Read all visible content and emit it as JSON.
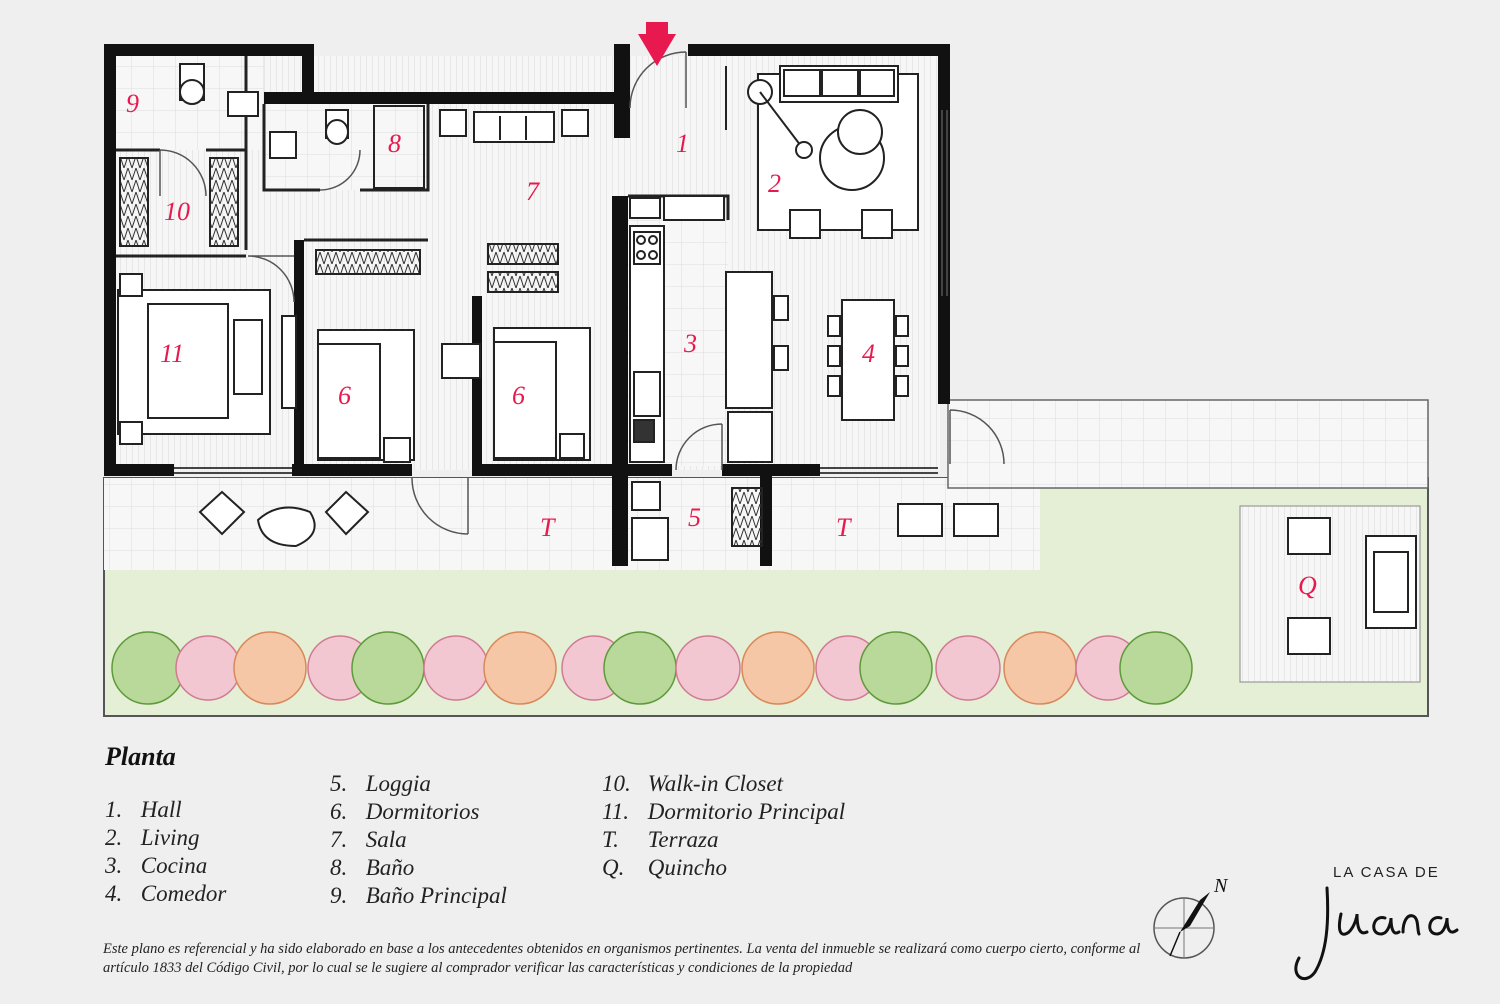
{
  "rooms": [
    {
      "id": "r1",
      "label": "1"
    },
    {
      "id": "r2",
      "label": "2"
    },
    {
      "id": "r3",
      "label": "3"
    },
    {
      "id": "r4",
      "label": "4"
    },
    {
      "id": "r5",
      "label": "5"
    },
    {
      "id": "r6a",
      "label": "6"
    },
    {
      "id": "r6b",
      "label": "6"
    },
    {
      "id": "r7",
      "label": "7"
    },
    {
      "id": "r8",
      "label": "8"
    },
    {
      "id": "r9",
      "label": "9"
    },
    {
      "id": "r10",
      "label": "10"
    },
    {
      "id": "r11",
      "label": "11"
    },
    {
      "id": "rTa",
      "label": "T"
    },
    {
      "id": "rTb",
      "label": "T"
    },
    {
      "id": "rQ",
      "label": "Q"
    }
  ],
  "legend": {
    "title": "Planta",
    "col1": [
      {
        "num": "1.",
        "name": "Hall"
      },
      {
        "num": "2.",
        "name": "Living"
      },
      {
        "num": "3.",
        "name": "Cocina"
      },
      {
        "num": "4.",
        "name": "Comedor"
      }
    ],
    "col2": [
      {
        "num": "5.",
        "name": "Loggia"
      },
      {
        "num": "6.",
        "name": "Dormitorios"
      },
      {
        "num": "7.",
        "name": "Sala"
      },
      {
        "num": "8.",
        "name": "Baño"
      },
      {
        "num": "9.",
        "name": "Baño Principal"
      }
    ],
    "col3": [
      {
        "num": "10.",
        "name": "Walk-in Closet"
      },
      {
        "num": "11.",
        "name": "Dormitorio Principal"
      },
      {
        "num": "T.",
        "name": "Terraza"
      },
      {
        "num": "Q.",
        "name": "Quincho"
      }
    ]
  },
  "disclaimer": "Este plano es referencial y ha sido elaborado en base a los antecedentes obtenidos en organismos pertinentes.  La venta del inmueble se realizará como cuerpo cierto, conforme al artículo 1833 del Código Civil, por lo cual se le sugiere al comprador verificar las características y condiciones de la propiedad",
  "compass": {
    "label": "N"
  },
  "logo": {
    "top": "LA CASA DE",
    "script": "Juana"
  },
  "colors": {
    "label": "#e8194f",
    "wall": "#111111",
    "garden": "#e4efd6",
    "entry_arrow": "#e8194f"
  }
}
